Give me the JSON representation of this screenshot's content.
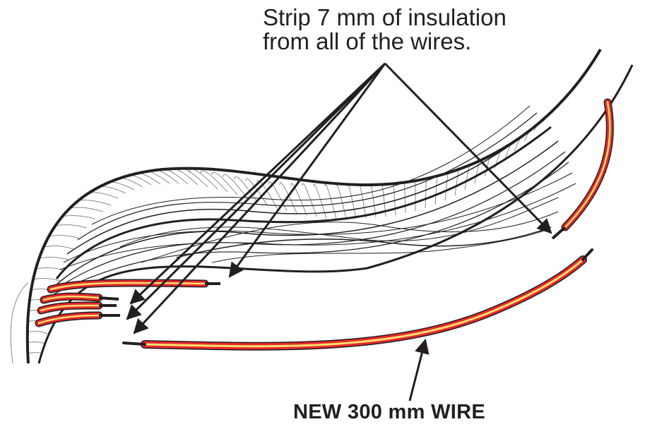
{
  "callout": {
    "line1": "Strip 7 mm of insulation",
    "line2": "from all of the wires."
  },
  "caption": {
    "new_wire": "NEW 300 mm WIRE"
  },
  "colors": {
    "ink": "#231f20",
    "wire_red": "#e8262d",
    "wire_stripe": "#f6e06a",
    "background": "#ffffff"
  },
  "icons": [
    "arrow-icon"
  ]
}
